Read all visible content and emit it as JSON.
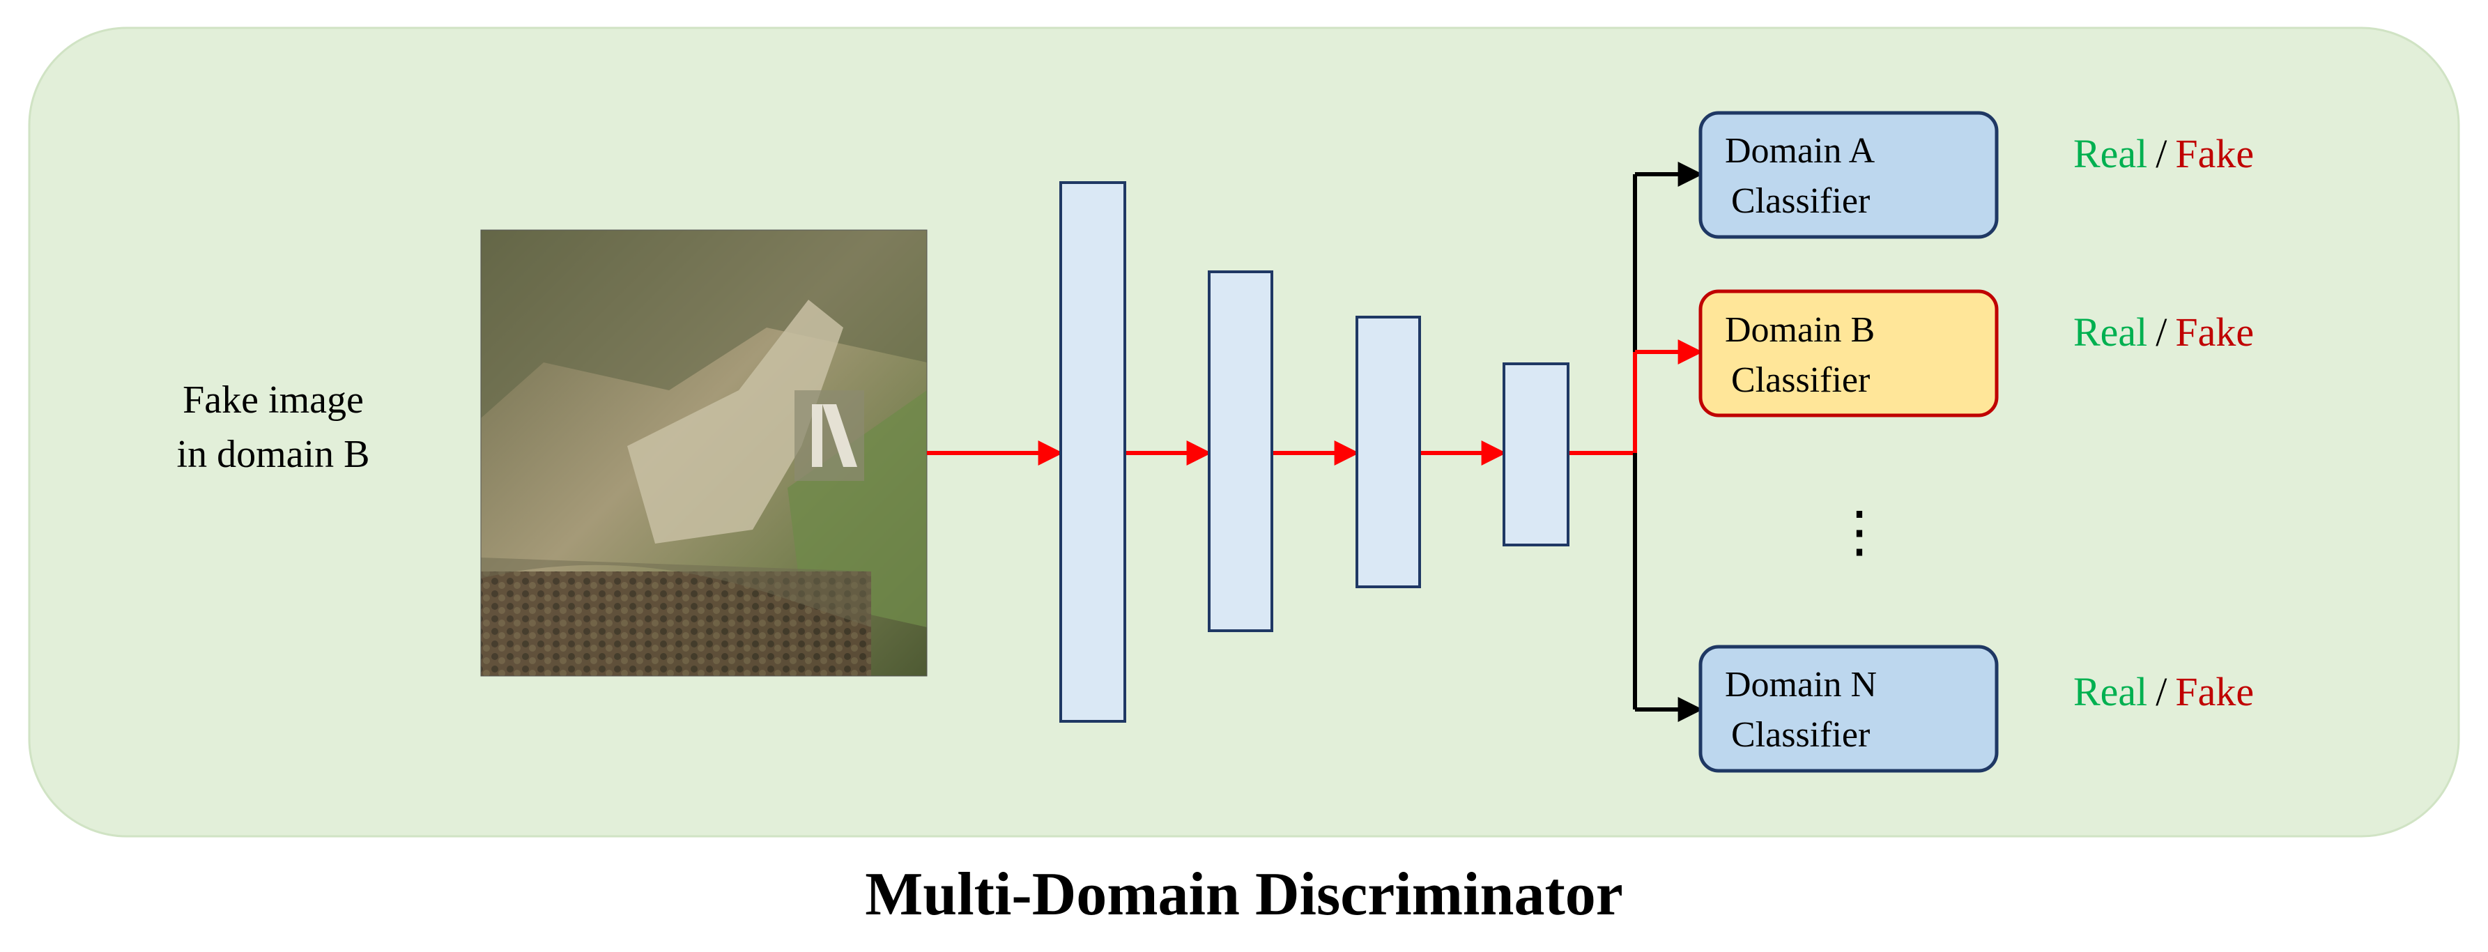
{
  "diagram": {
    "title": "Multi-Domain Discriminator",
    "input": {
      "label_line1": "Fake image",
      "label_line2": "in domain B",
      "image": "aerial-satellite-image"
    },
    "network": {
      "layers": 4
    },
    "classifiers": [
      {
        "line1": "Domain A",
        "line2": "Classifier",
        "fill": "#bdd7ee",
        "stroke": "#1f3864",
        "active": false
      },
      {
        "line1": "Domain B",
        "line2": "Classifier",
        "fill": "#ffe699",
        "stroke": "#c00000",
        "active": true
      },
      {
        "line1": "Domain N",
        "line2": "Classifier",
        "fill": "#bdd7ee",
        "stroke": "#1f3864",
        "active": false
      }
    ],
    "ellipsis": "⋮",
    "outputs": [
      {
        "real": "Real",
        "sep": "/",
        "fake": "Fake"
      },
      {
        "real": "Real",
        "sep": "/",
        "fake": "Fake"
      },
      {
        "real": "Real",
        "sep": "/",
        "fake": "Fake"
      }
    ],
    "colors": {
      "panel_bg": "#e2efd9",
      "layer_fill": "#dae8f5",
      "active_arrow": "#ff0000",
      "inactive_arrow": "#000000",
      "real_text": "#00b050",
      "fake_text": "#c00000"
    }
  }
}
